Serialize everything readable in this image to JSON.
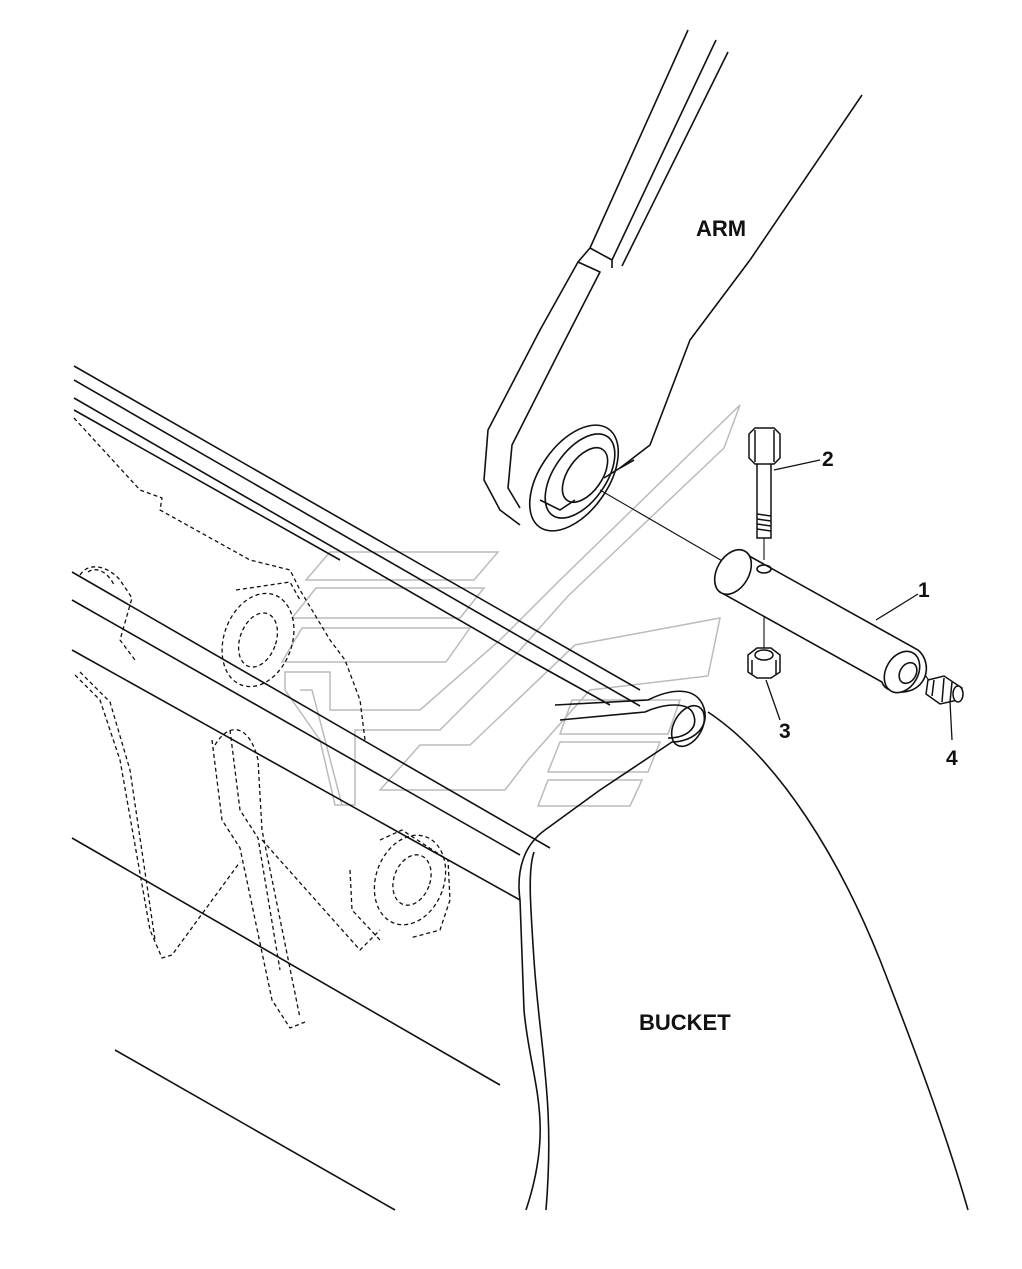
{
  "labels": {
    "arm": "ARM",
    "bucket": "BUCKET"
  },
  "callouts": [
    {
      "id": "1",
      "text": "1"
    },
    {
      "id": "2",
      "text": "2"
    },
    {
      "id": "3",
      "text": "3"
    },
    {
      "id": "4",
      "text": "4"
    }
  ],
  "colors": {
    "line": "#111111",
    "watermark": "#bbbbbb",
    "background": "#ffffff"
  }
}
